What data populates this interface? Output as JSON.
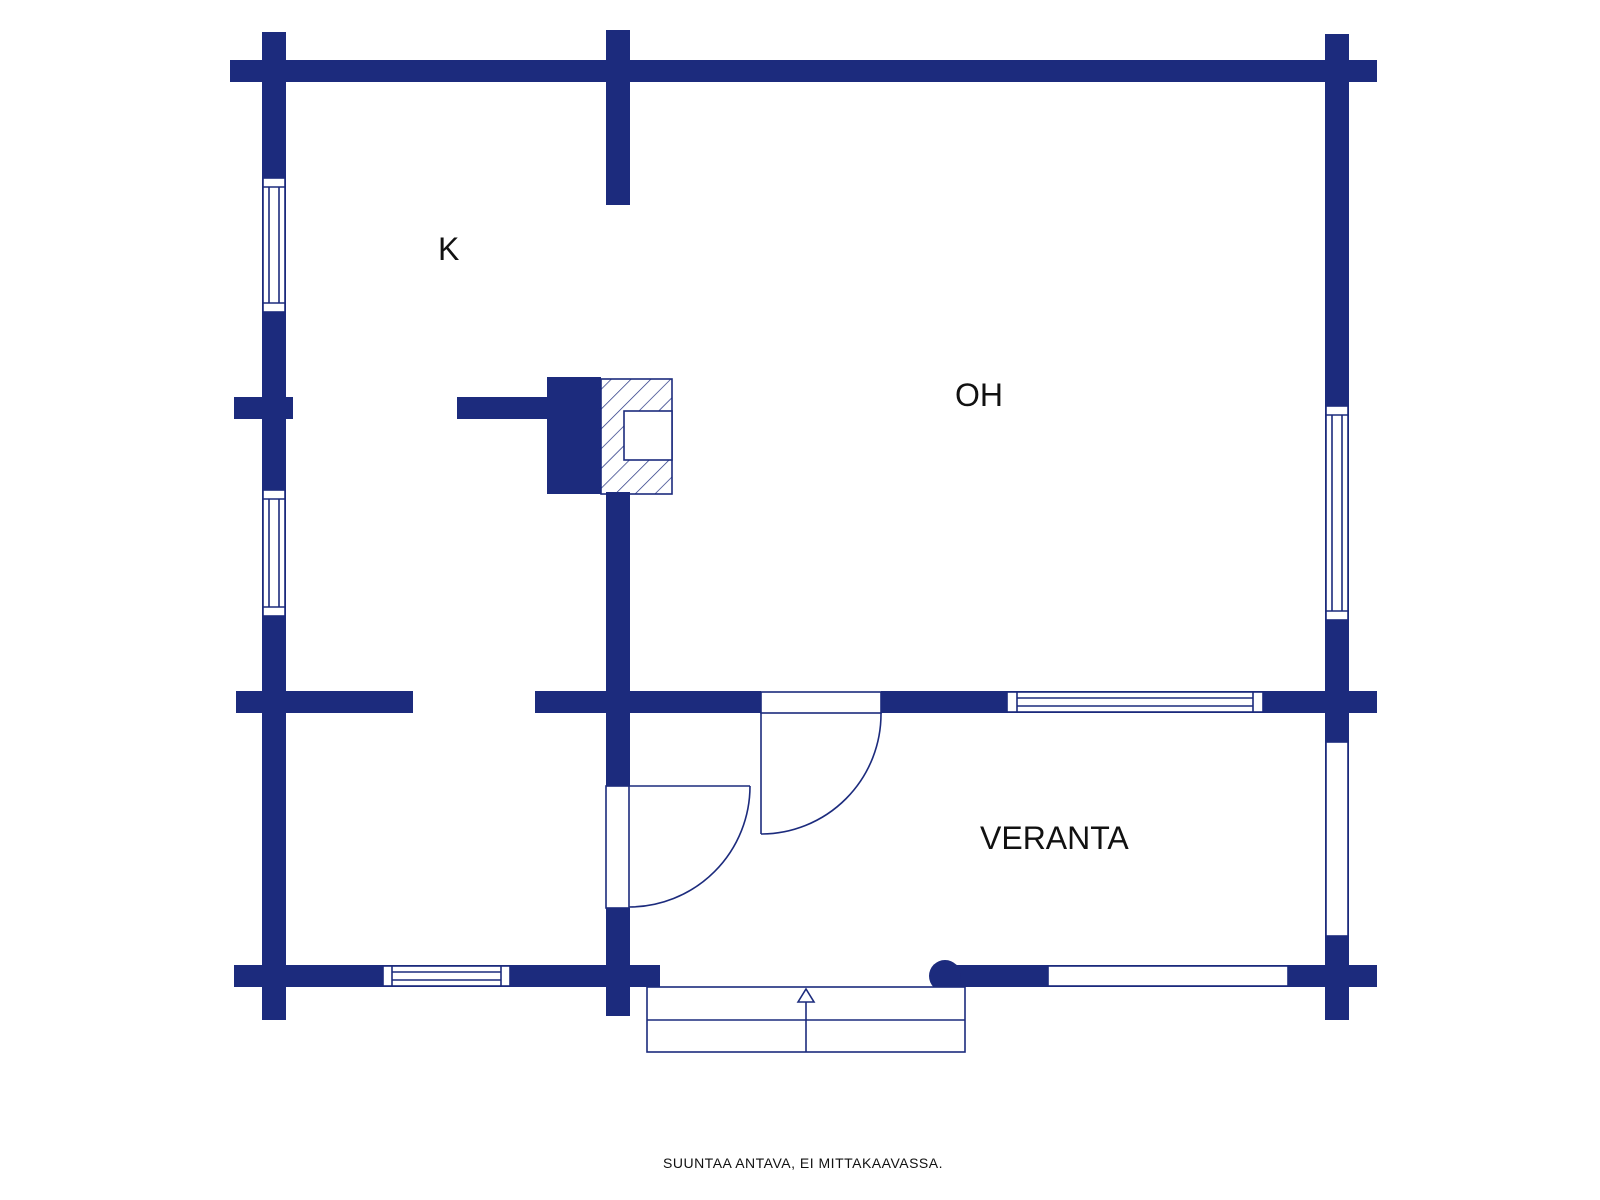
{
  "rooms": {
    "k": "K",
    "oh": "OH",
    "veranta": "VERANTA"
  },
  "note": "SUUNTAA ANTAVA, EI MITTAKAAVASSA.",
  "colors": {
    "wall": "#1c2b7d",
    "background": "#ffffff"
  }
}
